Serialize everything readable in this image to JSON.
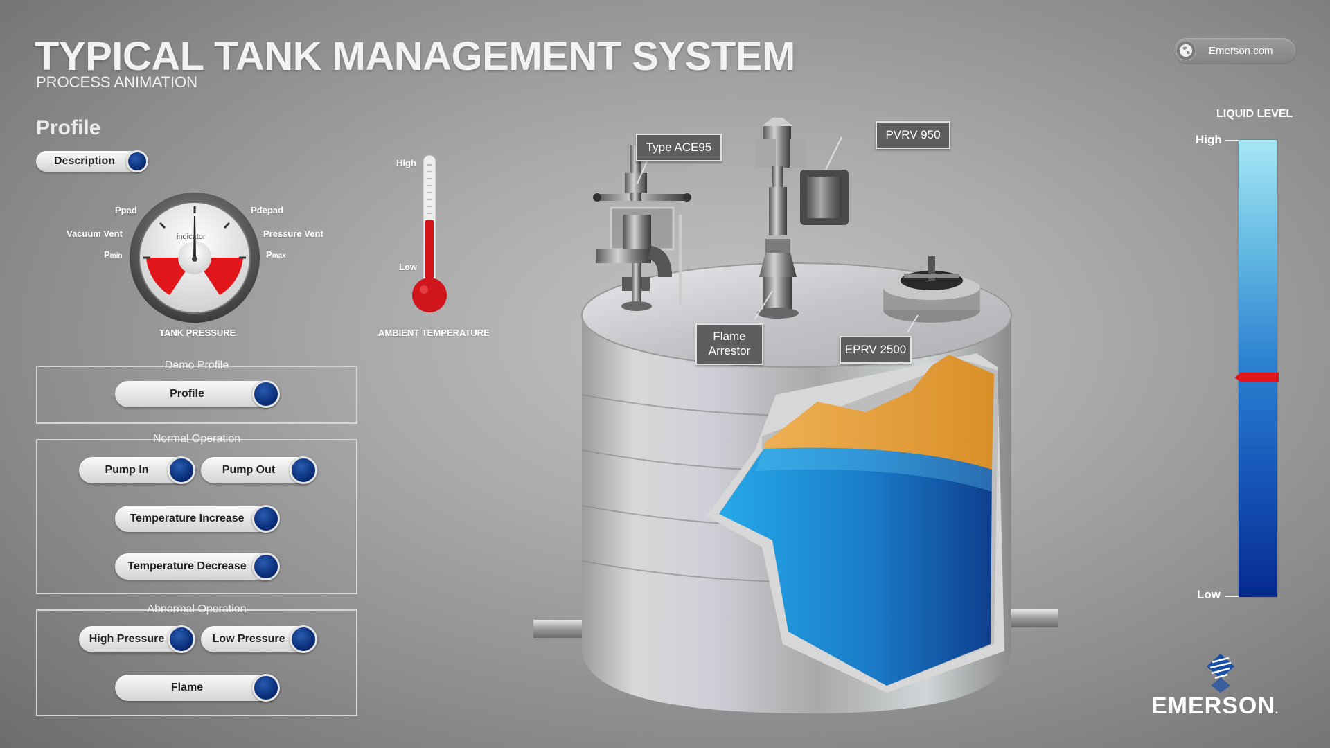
{
  "header": {
    "title": "TYPICAL TANK MANAGEMENT SYSTEM",
    "subtitle": "PROCESS ANIMATION",
    "link_label": "Emerson.com"
  },
  "profile": {
    "heading": "Profile",
    "description_button": "Description"
  },
  "gauge": {
    "caption": "TANK PRESSURE",
    "center_label": "indicator",
    "labels": {
      "ppad": "Ppad",
      "pdepad": "Pdepad",
      "vacuum_vent": "Vacuum Vent",
      "pressure_vent": "Pressure Vent",
      "pmin_main": "P",
      "pmin_sub": "min",
      "pmax_main": "P",
      "pmax_sub": "max"
    }
  },
  "thermometer": {
    "caption": "AMBIENT TEMPERATURE",
    "high": "High",
    "low": "Low"
  },
  "groups": {
    "demo": {
      "title": "Demo Profile",
      "profile_button": "Profile"
    },
    "normal": {
      "title": "Normal Operation",
      "pump_in": "Pump In",
      "pump_out": "Pump Out",
      "temp_increase": "Temperature Increase",
      "temp_decrease": "Temperature Decrease"
    },
    "abnormal": {
      "title": "Abnormal Operation",
      "high_pressure": "High Pressure",
      "low_pressure": "Low Pressure",
      "flame": "Flame"
    }
  },
  "callouts": {
    "ace95": "Type ACE95",
    "pvrv950": "PVRV 950",
    "flame_line1": "Flame",
    "flame_line2": "Arrestor",
    "eprv2500": "EPRV 2500"
  },
  "liquid_level": {
    "title": "LIQUID LEVEL",
    "high": "High",
    "low": "Low",
    "level_fraction": 0.48
  },
  "brand": {
    "name": "EMERSON",
    "mark": "."
  },
  "colors": {
    "accent_blue": "#0a2f7a",
    "liquid": "#1e8fd6",
    "vapor": "#e2a23f",
    "alarm_red": "#e0161a"
  }
}
